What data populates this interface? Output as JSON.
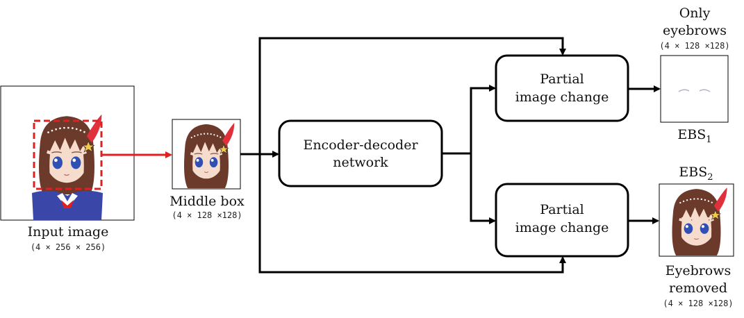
{
  "input": {
    "label": "Input image",
    "dims": "(4 × 256 × 256)"
  },
  "middle": {
    "label": "Middle box",
    "dims": "(4 × 128 ×128)"
  },
  "encoder": {
    "line1": "Encoder-decoder",
    "line2": "network"
  },
  "partial_top": {
    "line1": "Partial",
    "line2": "image change"
  },
  "partial_bottom": {
    "line1": "Partial",
    "line2": "image change"
  },
  "out_top": {
    "title1": "Only",
    "title2": "eyebrows",
    "dims": "(4 × 128 ×128)",
    "name": "EBS",
    "sub": "1"
  },
  "out_bottom": {
    "name": "EBS",
    "sub": "2",
    "caption1": "Eyebrows",
    "caption2": "removed",
    "dims": "(4 × 128 ×128)"
  },
  "colors": {
    "crop_box": "#e02020",
    "arrow": "#000000",
    "highlight_arrow": "#e02020",
    "hair": "#6b3a2a",
    "eyes": "#2f4fb5",
    "feather": "#e0303c"
  },
  "icons": {
    "character": "anime-girl-portrait",
    "eyebrows": "eyebrow-strokes"
  }
}
